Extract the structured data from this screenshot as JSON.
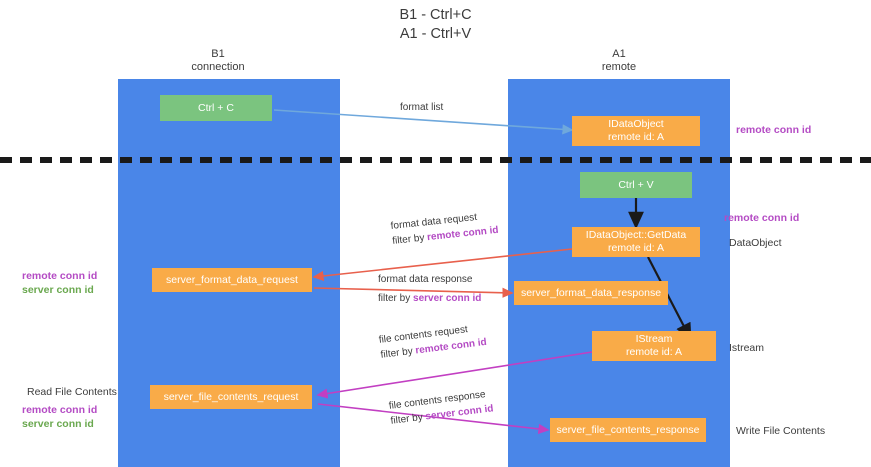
{
  "title": {
    "line1": "B1 - Ctrl+C",
    "line2": "A1 - Ctrl+V"
  },
  "columns": [
    {
      "name": "B1",
      "role": "connection"
    },
    {
      "name": "A1",
      "role": "remote"
    }
  ],
  "nodes": {
    "ctrl_c": {
      "label": "Ctrl + C"
    },
    "ctrl_v": {
      "label": "Ctrl + V"
    },
    "idataobject": {
      "line1": "IDataObject",
      "line2": "remote id: A"
    },
    "getdata": {
      "line1": "IDataObject::GetData",
      "line2": "remote id: A"
    },
    "istream": {
      "line1": "IStream",
      "line2": "remote id: A"
    },
    "server_format_data_request": {
      "label": "server_format_data_request"
    },
    "server_format_data_response": {
      "label": "server_format_data_response"
    },
    "server_file_contents_request": {
      "label": "server_file_contents_request"
    },
    "server_file_contents_response": {
      "label": "server_file_contents_response"
    }
  },
  "edge_labels": {
    "format_list": {
      "text": "format list"
    },
    "format_data_request": {
      "line1": "format data request",
      "line2_prefix": "filter by ",
      "line2_highlight": "remote conn id"
    },
    "format_data_response": {
      "line1": "format data response",
      "line2_prefix": "filter by ",
      "line2_highlight": "server conn id"
    },
    "file_contents_request": {
      "line1": "file contents request",
      "line2_prefix": "filter by ",
      "line2_highlight": "remote conn id"
    },
    "file_contents_response": {
      "line1": "file contents response",
      "line2_prefix": "filter by ",
      "line2_highlight": "server conn id"
    }
  },
  "annotations": {
    "right_remote_conn_id_top": "remote conn id",
    "right_remote_conn_id_mid": "remote conn id",
    "right_dataobject": "DataObject",
    "right_istream": "Istream",
    "right_write_file_contents": "Write File Contents",
    "left_remote_conn_id": "remote conn id",
    "left_server_conn_id": "server conn id",
    "left_read_file_contents": "Read File Contents",
    "left_remote_conn_id_2": "remote conn id",
    "left_server_conn_id_2": "server conn id"
  },
  "colors": {
    "column_blue": "#4a86e8",
    "node_green": "#7bc47f",
    "node_orange": "#f9ab48",
    "accent_purple": "#b44bc4",
    "accent_green": "#6aa84f",
    "edge_lightblue": "#6fa8dc",
    "edge_red": "#e8604c",
    "edge_magenta": "#c23fc2",
    "edge_black": "#1a1a1a",
    "background": "#ffffff"
  }
}
